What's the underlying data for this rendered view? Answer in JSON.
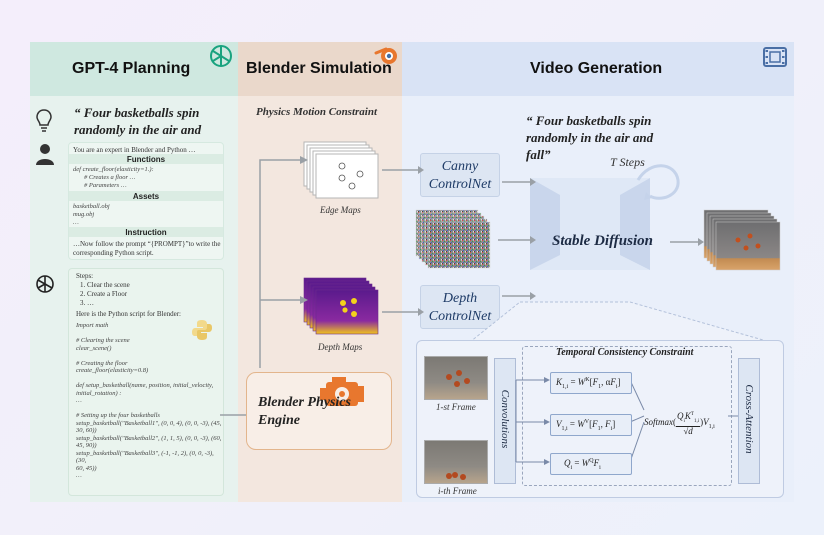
{
  "headers": {
    "gpt": "GPT-4 Planning",
    "blender": "Blender Simulation",
    "video": "Video Generation"
  },
  "icons": {
    "openai": "openai-logo-icon",
    "blender": "blender-logo-icon",
    "film": "film-strip-icon",
    "bulb": "lightbulb-icon",
    "user": "user-icon",
    "gpt_reply": "openai-logo-icon",
    "python": "python-logo-icon",
    "engine": "engine-gear-icon"
  },
  "colors": {
    "gpt_header": "#cfe8e0",
    "blender_header": "#ead8cb",
    "video_header": "#d9e3f5",
    "openai_green": "#19a37f",
    "blender_orange": "#e8772e",
    "net_text": "#1d3a66"
  },
  "gpt": {
    "prompt_quote": "“ Four basketballs spin randomly in the air and fall”",
    "user_box": {
      "intro": "You are an expert in Blender and Python …",
      "functions_title": "Functions",
      "functions": [
        "def create_floor(elasticity=1.):",
        "# Creates a floor …",
        "# Parameters …",
        "…"
      ],
      "assets_title": "Assets",
      "assets": [
        "basketball.obj",
        "mug.obj",
        "…"
      ],
      "instruction_title": "Instruction",
      "instruction": "…Now follow the prompt “{PROMPT}”to write the corresponding Python script."
    },
    "reply_box": {
      "steps_title": "Steps:",
      "steps": [
        "1. Clear the scene",
        "2. Create a Floor",
        "3. …"
      ],
      "script_intro": "Here is the Python script for Blender:",
      "code": [
        "Import math",
        "",
        "# Clearing the scene",
        "clear_scene()",
        "",
        "# Creating the floor",
        "create_floor(elasticity=0.8)",
        "",
        "def setup_basketball(name, position, initial_velocity,",
        "initial_rotation) :",
        "…",
        "",
        "# Setting up the four basketballs",
        "setup_basketball(\"Basketball1\", (0, 0, 4), (0, 0, -3), (45,",
        "30, 60))",
        "setup_basketball(\"Basketball2\", (1, 1, 5), (0, 0, -3), (60,",
        "45, 90))",
        "setup_basketball(\"Basketball3\", (-1, -1, 2), (0, 0, -3), (30,",
        "60, 45))",
        "…"
      ]
    }
  },
  "blender": {
    "constraint_title": "Physics Motion Constraint",
    "edge_maps": "Edge Maps",
    "depth_maps": "Depth Maps",
    "engine_label": "Blender Physics Engine"
  },
  "video": {
    "prompt_quote": "“ Four basketballs spin randomly in the air and fall”",
    "t_steps": "T Steps",
    "canny": "Canny ControlNet",
    "depth": "Depth ControlNet",
    "stable_diffusion": "Stable Diffusion",
    "temporal_title": "Temporal Consistency Constraint",
    "first_frame": "1-st Frame",
    "ith_frame": "i-th Frame",
    "convolutions": "Convolutions",
    "cross_attention": "Cross-Attention",
    "k_formula": "K1,i = WK[F1, αFi]",
    "v_formula": "V1,i = WV[F1, Fi]",
    "q_formula": "Qi = WQ Fi",
    "softmax_formula": "Softmax(QiK1,iT / √d)V1,i"
  }
}
